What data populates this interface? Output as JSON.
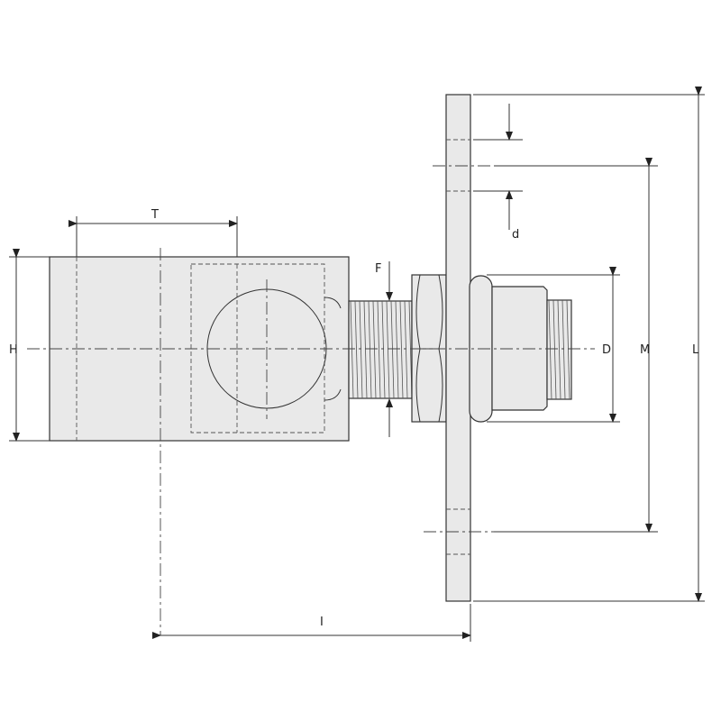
{
  "labels": {
    "T": "T",
    "H": "H",
    "F": "F",
    "d": "d",
    "D": "D",
    "M": "M",
    "L": "L",
    "I": "I"
  },
  "colors": {
    "fill": "#e9e9e9",
    "stroke": "#333333"
  }
}
